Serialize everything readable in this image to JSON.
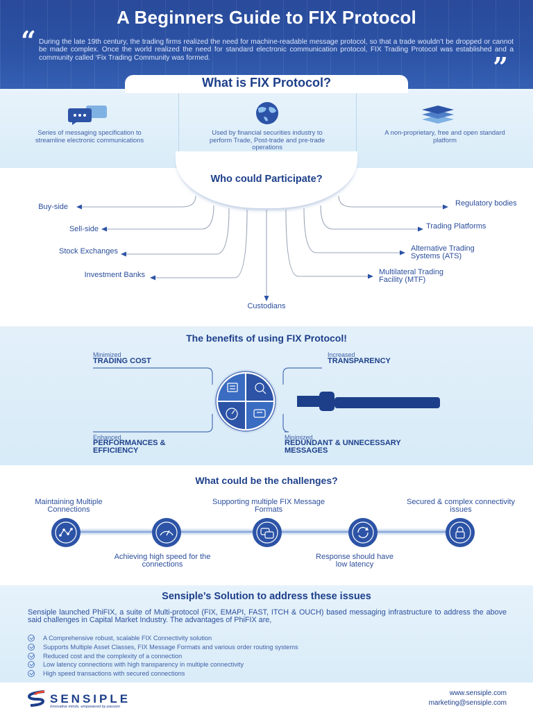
{
  "header": {
    "title": "A Beginners Guide to FIX Protocol",
    "intro": "During the late 19th century, the trading firms realized the need for machine-readable message protocol, so that a trade wouldn’t be dropped or cannot be made complex. Once the world realized the need for standard electronic communication protocol, FIX Trading Protocol was established and a community called ‘Fix Trading Community was formed.",
    "quote_open": "“",
    "quote_close": "”"
  },
  "what": {
    "title": "What is FIX Protocol?",
    "items": [
      {
        "icon": "chat-bubbles-icon",
        "text": "Series of messaging specification to streamline electronic communications"
      },
      {
        "icon": "globe-icon",
        "text": "Used by financial securities industry to perform Trade, Post-trade and pre-trade operations"
      },
      {
        "icon": "layers-stack-icon",
        "text": "A non-proprietary, free and open standard platform"
      }
    ]
  },
  "participants": {
    "title": "Who could Participate?",
    "left": [
      "Buy-side",
      "Sell-side",
      "Stock Exchanges",
      "Investment Banks"
    ],
    "bottom": "Custodians",
    "right": [
      "Regulatory bodies",
      "Trading Platforms",
      "Alternative Trading Systems (ATS)",
      "Multilateral Trading Facility (MTF)"
    ]
  },
  "benefits": {
    "title": "The benefits of using FIX Protocol!",
    "items": [
      {
        "small": "Minimized",
        "big": "TRADING COST"
      },
      {
        "small": "Increased",
        "big": "TRANSPARENCY"
      },
      {
        "small": "Enhanced",
        "big": "PERFORMANCES & EFFICIENCY"
      },
      {
        "small": "Minimized",
        "big": "REDUNDANT & UNNECESSARY MESSAGES"
      }
    ]
  },
  "challenges": {
    "title": "What could be the challenges?",
    "items": [
      {
        "label": "Maintaining Multiple Connections",
        "icon": "network-nodes-icon"
      },
      {
        "label": "Achieving high speed for the connections",
        "icon": "speedometer-icon"
      },
      {
        "label": "Supporting multiple FIX Message Formats",
        "icon": "message-format-icon"
      },
      {
        "label": "Response should have low latency",
        "icon": "refresh-cycle-icon"
      },
      {
        "label": "Secured & complex connectivity issues",
        "icon": "secure-lock-icon"
      }
    ]
  },
  "solution": {
    "title": "Sensiple’s Solution to address these issues",
    "intro": "Sensiple launched PhiFIX, a suite of Multi-protocol (FIX, EMAPI, FAST, ITCH & OUCH) based messaging infrastructure to address the above said challenges in Capital Market Industry. The advantages of PhiFIX are,",
    "points": [
      "A Comprehensive robust, scalable FIX Connectivity solution",
      "Supports Multiple Asset Classes, FIX Message Formats and various order routing systems",
      "Reduced cost and the complexity of a connection",
      "Low latency connections with high transparency in multiple connectivity",
      "High speed transactions with secured connections"
    ]
  },
  "footer": {
    "brand": "SENSIPLE",
    "tagline": "Innovative minds, empowered by passion",
    "website": "www.sensiple.com",
    "email": "marketing@sensiple.com"
  },
  "colors": {
    "primary": "#2c53a6",
    "dark": "#1d3f8a",
    "light_band": "#e3f0fa",
    "accent": "#4f8fd6"
  }
}
